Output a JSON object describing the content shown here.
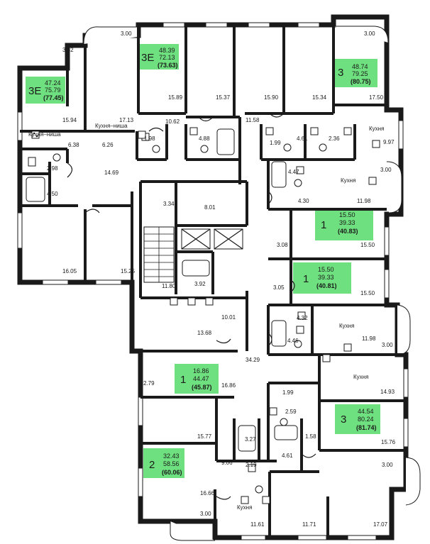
{
  "apartments": [
    {
      "id": "apt-3e-left",
      "rooms": "3E",
      "living": "47.24",
      "total": "75.79",
      "with_balcony": "(77.45)"
    },
    {
      "id": "apt-3e-top",
      "rooms": "3E",
      "living": "48.39",
      "total": "72.13",
      "with_balcony": "(73.63)"
    },
    {
      "id": "apt-3-top-right",
      "rooms": "3",
      "living": "48.74",
      "total": "79.25",
      "with_balcony": "(80.75)"
    },
    {
      "id": "apt-1-right-a",
      "rooms": "1",
      "living": "15.50",
      "total": "39.33",
      "with_balcony": "(40.83)"
    },
    {
      "id": "apt-1-right-b",
      "rooms": "1",
      "living": "15.50",
      "total": "39.33",
      "with_balcony": "(40.81)"
    },
    {
      "id": "apt-1-center",
      "rooms": "1",
      "living": "16.86",
      "total": "44.47",
      "with_balcony": "(45.87)"
    },
    {
      "id": "apt-3-right-lower",
      "rooms": "3",
      "living": "44.54",
      "total": "80.24",
      "with_balcony": "(81.74)"
    },
    {
      "id": "apt-2-bottom-left",
      "rooms": "2",
      "living": "32.43",
      "total": "58.56",
      "with_balcony": "(60.06)"
    }
  ],
  "room_labels": {
    "kitchen": "Кухня",
    "kitchen_niche": "Кухня–ниша"
  },
  "room_areas": [
    "3.32",
    "3.00",
    "3.00",
    "15.94",
    "6.38",
    "2.98",
    "4.50",
    "14.69",
    "16.05",
    "15.25",
    "17.13",
    "6.26",
    "1.98",
    "10.62",
    "15.89",
    "15.37",
    "4.88",
    "15.90",
    "11.58",
    "15.34",
    "17.50",
    "1.99",
    "4.61",
    "2.36",
    "9.97",
    "4.47",
    "4.30",
    "3.00",
    "11.98",
    "3.34",
    "8.01",
    "11.80",
    "3.92",
    "3.08",
    "15.50",
    "3.05",
    "15.50",
    "4.32",
    "4.46",
    "11.98",
    "3.00",
    "13.68",
    "10.01",
    "34.29",
    "2.79",
    "16.86",
    "1.99",
    "14.93",
    "2.59",
    "15.77",
    "3.27",
    "1.58",
    "15.76",
    "9.06",
    "2.19",
    "4.61",
    "3.00",
    "16.66",
    "3.00",
    "11.61",
    "11.71",
    "17.07"
  ]
}
